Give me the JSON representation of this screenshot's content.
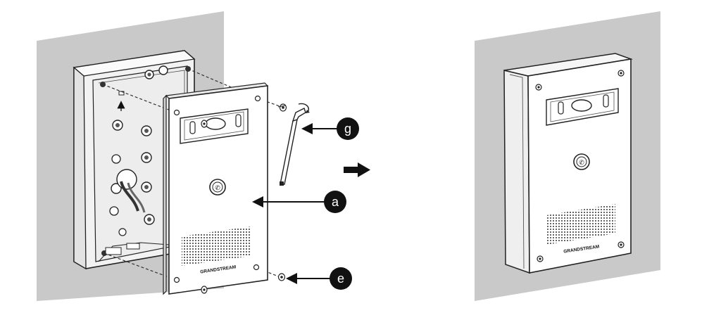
{
  "callouts": {
    "g": "g",
    "a": "a",
    "e": "e"
  },
  "brand": {
    "exploded_front": "GRANDSTREAM",
    "assembled_front": "GRANDSTREAM"
  },
  "colors": {
    "wall": "#c9c9c9",
    "line": "#222222",
    "callout_bg": "#111111",
    "callout_text": "#ffffff",
    "panel_fill": "#ffffff",
    "box_interior": "#eeeeee"
  },
  "icons": {
    "arrow": "right-arrow-icon",
    "tool": "hex-key-icon",
    "button": "phone-icon"
  }
}
